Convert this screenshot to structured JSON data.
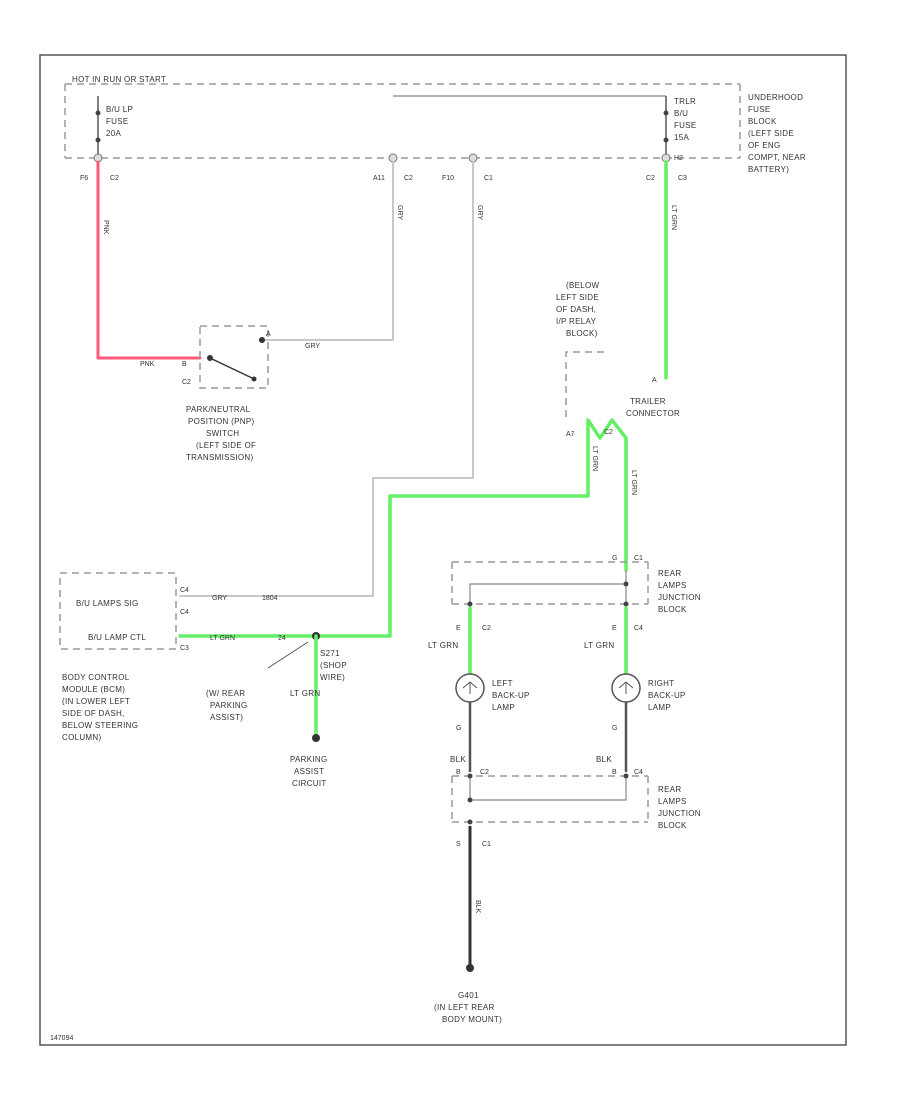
{
  "colors": {
    "red_wire": "#ff5a7a",
    "green_wire": "#66ee66",
    "gray_wire": "#c8c8c8",
    "black_wire": "#333333",
    "frame": "#555555",
    "dash": "#9a9a9a",
    "text": "#333333"
  },
  "fuse_block_header": "HOT IN RUN OR START",
  "underhood_fuse_block": [
    "UNDERHOOD",
    "FUSE",
    "BLOCK",
    "(LEFT SIDE",
    "OF ENG",
    "COMPT, NEAR",
    "BATTERY)"
  ],
  "fuse_backup": [
    "B/U LP",
    "FUSE",
    "20A"
  ],
  "fuse_trailer": [
    "TRLR",
    "B/U",
    "FUSE",
    "15A"
  ],
  "conn_c2": "C2",
  "conn_c1": "C1",
  "conn_c3": "C3",
  "conn_c4": "C4",
  "pin_f6": "F6",
  "pin_a11": "A11",
  "pin_f10": "F10",
  "pin_h2": "H2",
  "pin_a7": "A7",
  "pin_c2_small": "C2",
  "pin_c2_trailer": "C2",
  "wire_pnk": "PNK",
  "wire_gry": "GRY",
  "wire_lt_grn": "LT GRN",
  "wire_blk": "BLK",
  "wire_lt_grn_full": "LT GRN",
  "wire_gry_num": "1804",
  "pnp_switch": [
    "PARK/NEUTRAL",
    "POSITION (PNP)",
    "SWITCH",
    "(LEFT SIDE OF",
    "TRANSMISSION)"
  ],
  "below_relay": [
    "(BELOW",
    "LEFT SIDE",
    "OF DASH,",
    "I/P RELAY",
    "BLOCK)"
  ],
  "trailer_connector": [
    "TRAILER",
    "CONNECTOR"
  ],
  "bcm_bu_lamps_sig": "B/U LAMPS SIG",
  "bcm_bu_lamp_ctl": "B/U LAMP CTL",
  "bcm_pin_c4": "C4",
  "bcm_pin_c3": "C3",
  "bcm_pin_num_top": "C4",
  "bcm_pin_num_bot": "C3",
  "bcm_wire_num": "24",
  "bcm_label": [
    "BODY CONTROL",
    "MODULE (BCM)",
    "(IN LOWER LEFT",
    "SIDE OF DASH,",
    "BELOW STEERING",
    "COLUMN)"
  ],
  "splice": [
    "S271",
    "(SHOP",
    "WIRE)"
  ],
  "rear_parking_assist": [
    "(W/ REAR",
    "PARKING",
    "ASSIST)"
  ],
  "parking_assist_circuit": [
    "PARKING",
    "ASSIST",
    "CIRCUIT"
  ],
  "rear_lamps_junction_top": [
    "REAR",
    "LAMPS",
    "JUNCTION",
    "BLOCK"
  ],
  "rear_lamps_junction_bottom": [
    "REAR",
    "LAMPS",
    "JUNCTION",
    "BLOCK"
  ],
  "left_backup_lamp": [
    "LEFT",
    "BACK-UP",
    "LAMP"
  ],
  "right_backup_lamp": [
    "RIGHT",
    "BACK-UP",
    "LAMP"
  ],
  "pin_g": "G",
  "pin_e": "E",
  "pin_c1": "C1",
  "pin_c2": "C2",
  "pin_c4": "C4",
  "pin_b": "B",
  "pin_a": "A",
  "pin_s": "S",
  "ground": [
    "G401",
    "(IN LEFT REAR",
    "BODY MOUNT)"
  ],
  "footer_code": "147094"
}
